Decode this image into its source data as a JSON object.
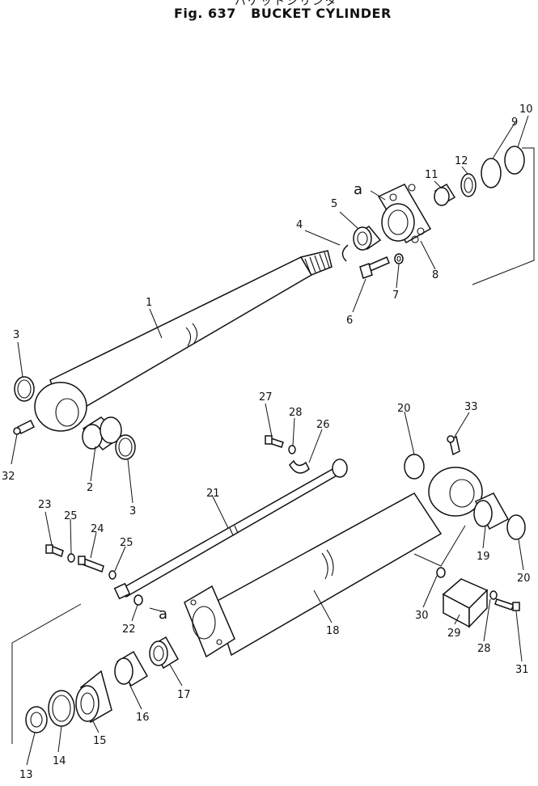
{
  "heading": {
    "japanese": "バケットシリンダ",
    "figure": "Fig. 637   BUCKET CYLINDER"
  },
  "reference_mark": "a",
  "callouts": [
    "1",
    "2",
    "3",
    "3",
    "4",
    "5",
    "6",
    "7",
    "8",
    "9",
    "10",
    "11",
    "12",
    "13",
    "14",
    "15",
    "16",
    "17",
    "18",
    "19",
    "20",
    "20",
    "21",
    "22",
    "23",
    "24",
    "25",
    "25",
    "26",
    "27",
    "28",
    "28",
    "29",
    "30",
    "31",
    "32",
    "33"
  ]
}
